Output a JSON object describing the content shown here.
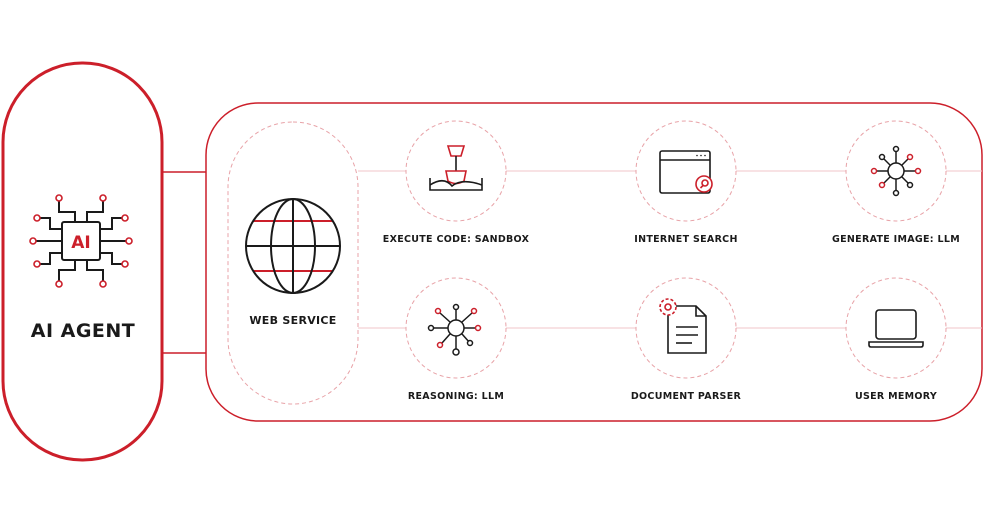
{
  "colors": {
    "accent": "#cc1f2a",
    "stroke": "#1a1a1a",
    "dash": "#e8a3a8",
    "connector": "#f0c5c8"
  },
  "agent": {
    "label": "AI AGENT",
    "chip_text": "AI",
    "icon": "ai-chip-icon"
  },
  "web_service": {
    "label": "WEB SERVICE",
    "icon": "globe-icon"
  },
  "services": [
    {
      "label": "EXECUTE CODE: SANDBOX",
      "icon": "shovel-sandbox-icon"
    },
    {
      "label": "INTERNET SEARCH",
      "icon": "browser-search-icon"
    },
    {
      "label": "GENERATE IMAGE: LLM",
      "icon": "network-node-icon"
    },
    {
      "label": "REASONING: LLM",
      "icon": "network-node-icon"
    },
    {
      "label": "DOCUMENT PARSER",
      "icon": "document-gear-icon"
    },
    {
      "label": "USER MEMORY",
      "icon": "laptop-icon"
    }
  ]
}
